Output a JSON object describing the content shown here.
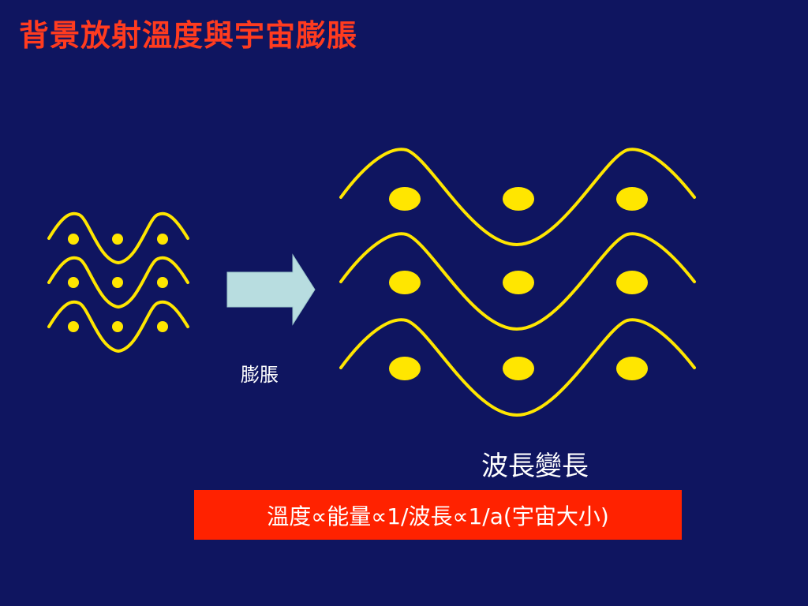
{
  "title": "背景放射溫度與宇宙膨脹",
  "expand_label": "膨脹",
  "wavelength_label": "波長變長",
  "formula": "溫度∝能量∝1/波長∝1/a(宇宙大小)",
  "colors": {
    "background": "#0f1560",
    "title": "#ff3b1f",
    "wave": "#ffe600",
    "arrow": "#b8dde0",
    "formula_box": "#ff2200",
    "text": "#ffffff"
  },
  "icons": [
    "wave-line",
    "particle-dot",
    "right-arrow-icon"
  ]
}
